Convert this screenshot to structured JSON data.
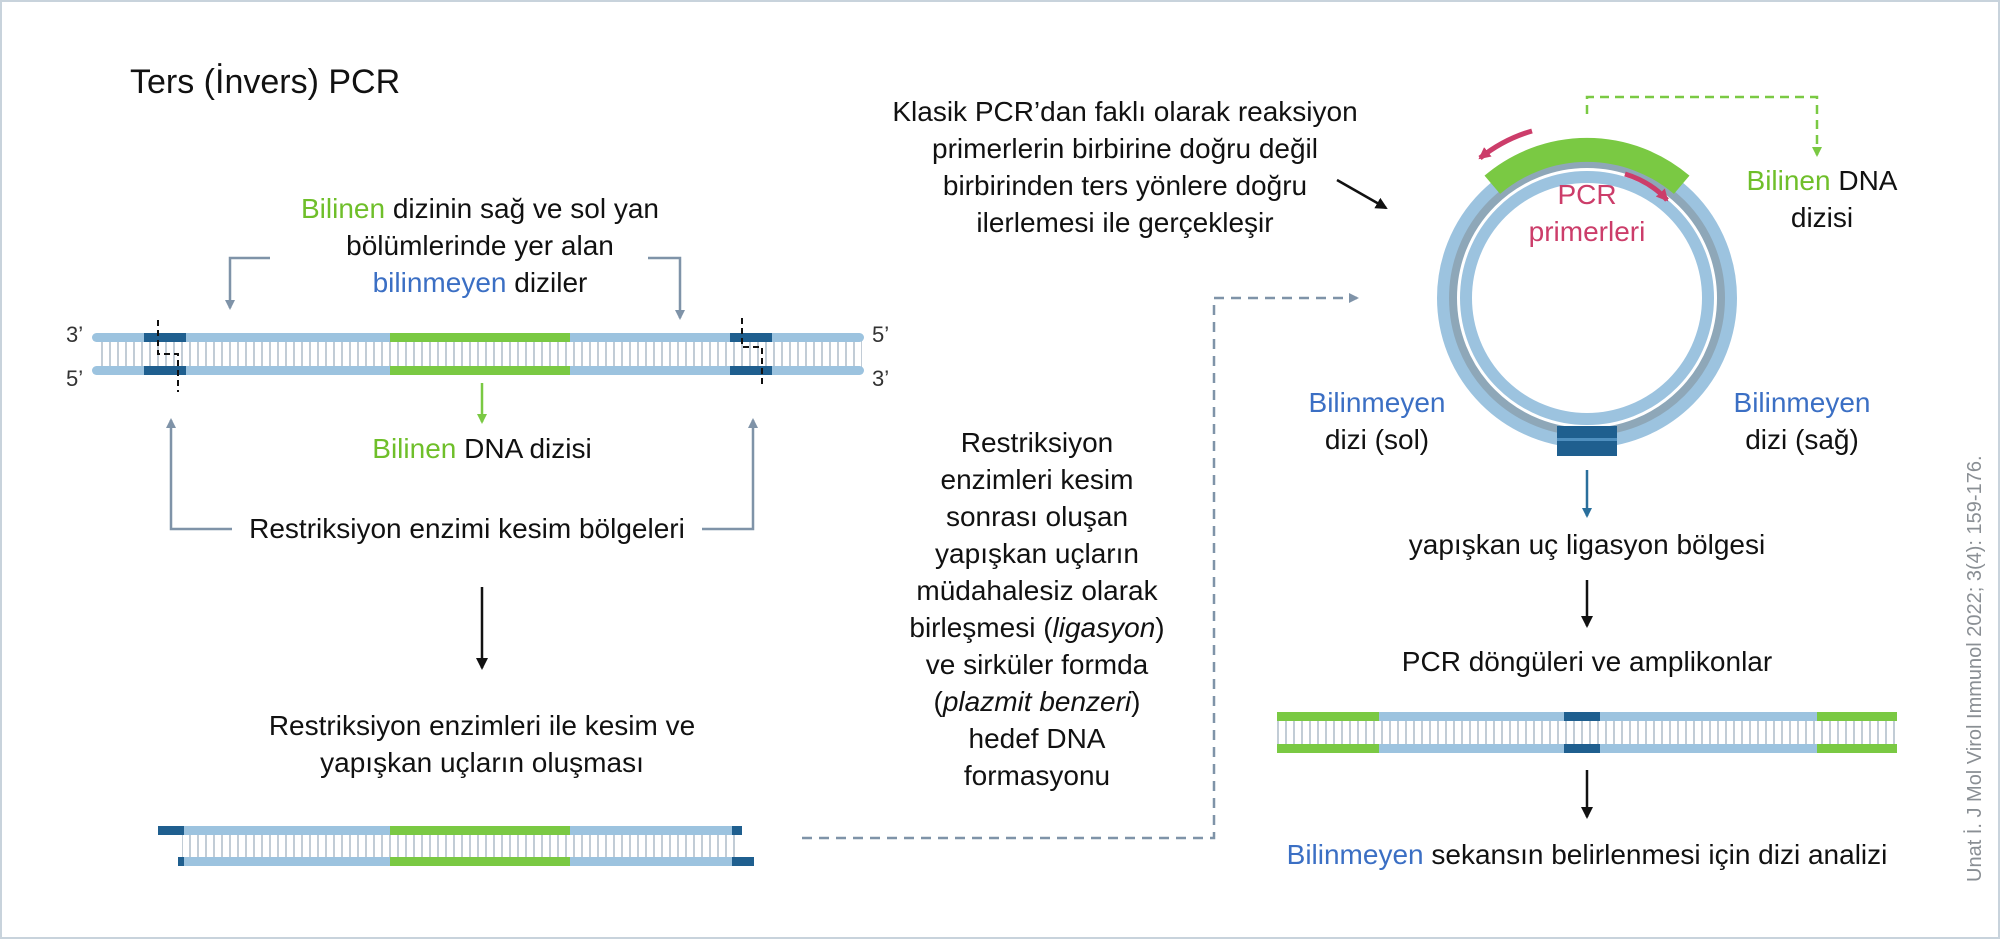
{
  "title": "Ters (İnvers) PCR",
  "colors": {
    "known": "#7ac943",
    "strand": "#9cc3df",
    "site": "#1f5f8f",
    "arrow_gray": "#7f93a8",
    "primer": "#cc3d6a",
    "unknown_text": "#3b6fc4",
    "known_text": "#6fbf2a"
  },
  "left": {
    "flank_label": {
      "line1_green": "Bilinen",
      "line1_rest": " dizinin sağ ve sol yan",
      "line2": "bölümlerinde yer alan",
      "line3_blue": "bilinmeyen",
      "line3_rest": " diziler"
    },
    "end_labels": {
      "top_left": "3’",
      "bottom_left": "5’",
      "top_right": "5’",
      "bottom_right": "3’"
    },
    "known_dna": {
      "green": "Bilinen",
      "rest": " DNA dizisi"
    },
    "restriction_sites": "Restriksiyon enzimi kesim bölgeleri",
    "cut_result": {
      "line1": "Restriksiyon enzimleri ile kesim ve",
      "line2": "yapışkan uçların oluşması"
    }
  },
  "middle": {
    "lines": [
      "Restriksiyon",
      "enzimleri kesim",
      "sonrası oluşan",
      "yapışkan uçların",
      "müdahalesiz olarak"
    ],
    "line6_pre": "birleşmesi (",
    "line6_italic": "ligasyon",
    "line6_post": ")",
    "line7": "ve sirküler formda",
    "line8_pre": "(",
    "line8_italic": "plazmit benzeri",
    "line8_post": ")",
    "line9": "hedef DNA",
    "line10": "formasyonu"
  },
  "right": {
    "classic": {
      "line1": "Klasik PCR’dan faklı olarak reaksiyon",
      "line2": "primerlerin birbirine doğru değil",
      "line3": "birbirinden ters yönlere doğru",
      "line4": "ilerlemesi ile gerçekleşir"
    },
    "primers": {
      "line1": "PCR",
      "line2": "primerleri"
    },
    "known_dna": {
      "green": "Bilinen",
      "rest": " DNA",
      "line2": "dizisi"
    },
    "unknown_left": {
      "blue": "Bilinmeyen",
      "line2": "dizi (sol)"
    },
    "unknown_right": {
      "blue": "Bilinmeyen",
      "line2": "dizi (sağ)"
    },
    "ligation": "yapışkan uç ligasyon bölgesi",
    "cycles": "PCR döngüleri ve amplikonlar",
    "analysis": {
      "blue": "Bilinmeyen",
      "rest": " sekansın belirlenmesi için dizi analizi"
    }
  },
  "credit": "Unat İ. J Mol Virol Immunol 2022; 3(4): 159-176."
}
